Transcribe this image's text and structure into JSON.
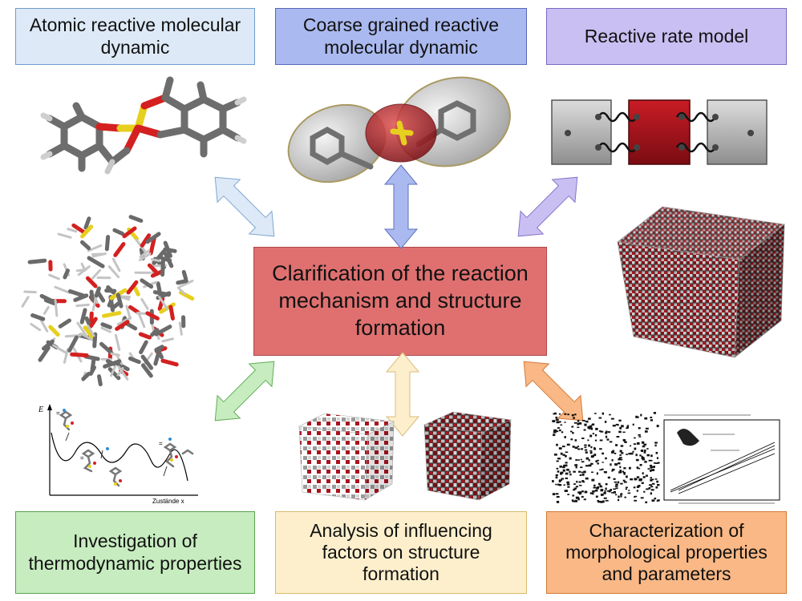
{
  "center": {
    "title": "Clarification of the reaction mechanism and structure formation"
  },
  "boxes": {
    "atomic": {
      "label": "Atomic reactive molecular dynamic",
      "fill": "#dde9f6",
      "border": "#6d9ccc"
    },
    "coarse": {
      "label": "Coarse grained reactive molecular dynamic",
      "fill": "#aab9ef",
      "border": "#5568b8"
    },
    "rate": {
      "label": "Reactive rate model",
      "fill": "#c9bff2",
      "border": "#7b69c2"
    },
    "thermo": {
      "label": "Investigation of thermodynamic properties",
      "fill": "#c7ecc0",
      "border": "#58a24d"
    },
    "analysis": {
      "label": "Analysis of influencing factors on structure formation",
      "fill": "#fdefcc",
      "border": "#d9b86a"
    },
    "morph": {
      "label": "Characterization of morphological properties and parameters",
      "fill": "#f9b885",
      "border": "#d47a37"
    }
  },
  "arrows": {
    "atomic": "#dde9f6",
    "coarse": "#aab9ef",
    "rate": "#c9bff2",
    "thermo": "#c7ecc0",
    "analysis": "#fdefcc",
    "morph": "#f9b885"
  },
  "energy_plot": {
    "y_label": "E",
    "x_label": "Zustände x"
  },
  "colors": {
    "center_fill": "#e07070",
    "molecule_gray": "#7a7a7a",
    "oxygen_red": "#d42020",
    "silicon_yellow": "#e6cf1e",
    "block_red": "#a8141e"
  }
}
